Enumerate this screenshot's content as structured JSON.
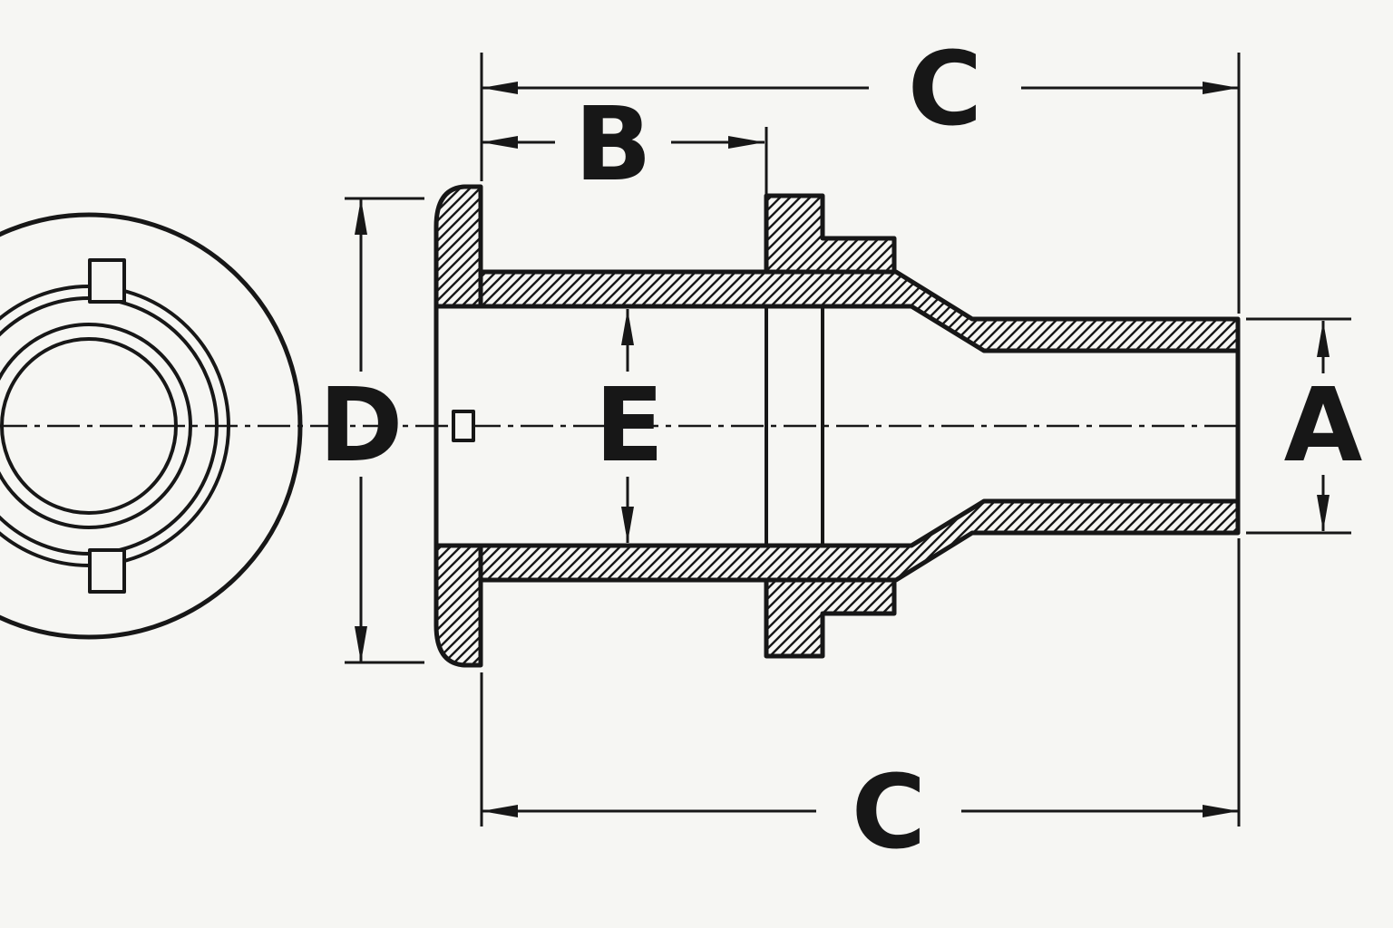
{
  "colors": {
    "line": "#171717",
    "background": "#f6f6f3"
  },
  "drawing": {
    "dimension_labels": {
      "a": "A",
      "b": "B",
      "c_top": "C",
      "c_bottom": "C",
      "d": "D",
      "e": "E"
    }
  }
}
